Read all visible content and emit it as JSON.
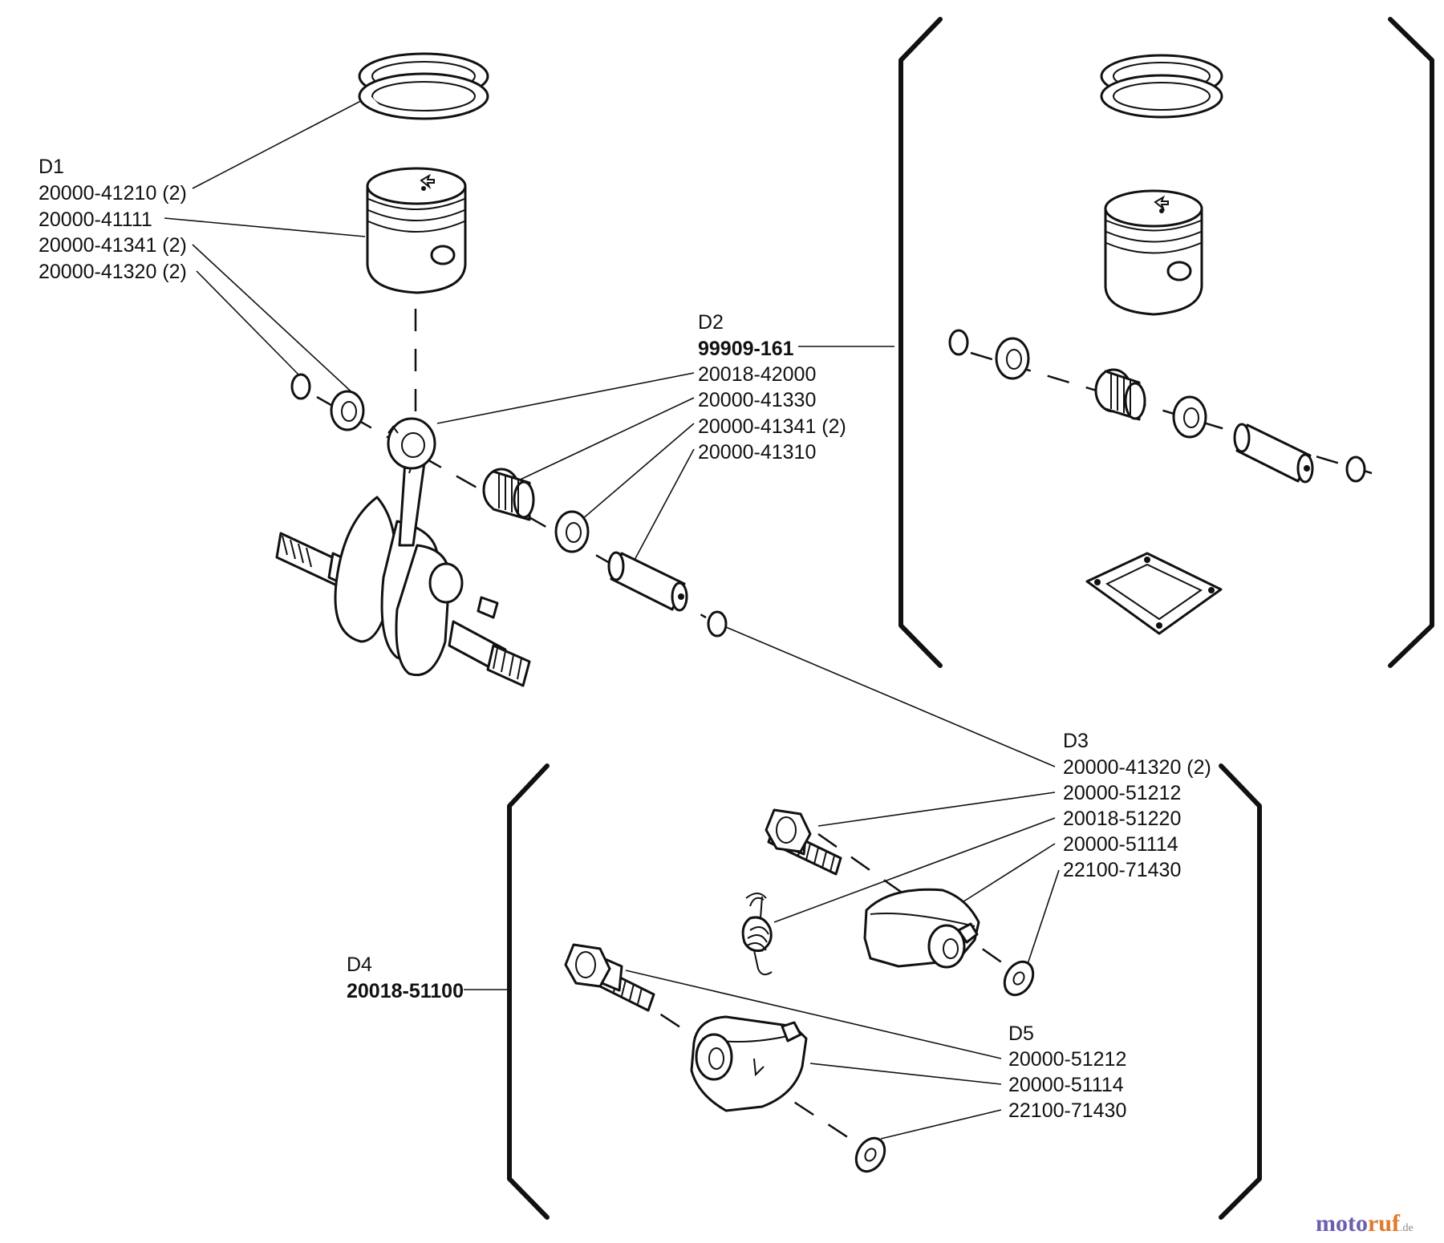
{
  "groups": {
    "d1": {
      "title": "D1",
      "parts": [
        "20000-41210 (2)",
        "20000-41111",
        "20000-41341 (2)",
        "20000-41320 (2)"
      ]
    },
    "d2": {
      "title": "D2",
      "kit": "99909-161",
      "parts": [
        "20018-42000",
        "20000-41330",
        "20000-41341 (2)",
        "20000-41310"
      ]
    },
    "d3": {
      "title": "D3",
      "parts": [
        "20000-41320 (2)",
        "20000-51212",
        "20018-51220",
        "20000-51114",
        "22100-71430"
      ]
    },
    "d4": {
      "title": "D4",
      "kit": "20018-51100"
    },
    "d5": {
      "title": "D5",
      "parts": [
        "20000-51212",
        "20000-51114",
        "22100-71430"
      ]
    }
  },
  "watermark": {
    "part1": "moto",
    "part2": "ruf",
    "suffix": ".de"
  }
}
